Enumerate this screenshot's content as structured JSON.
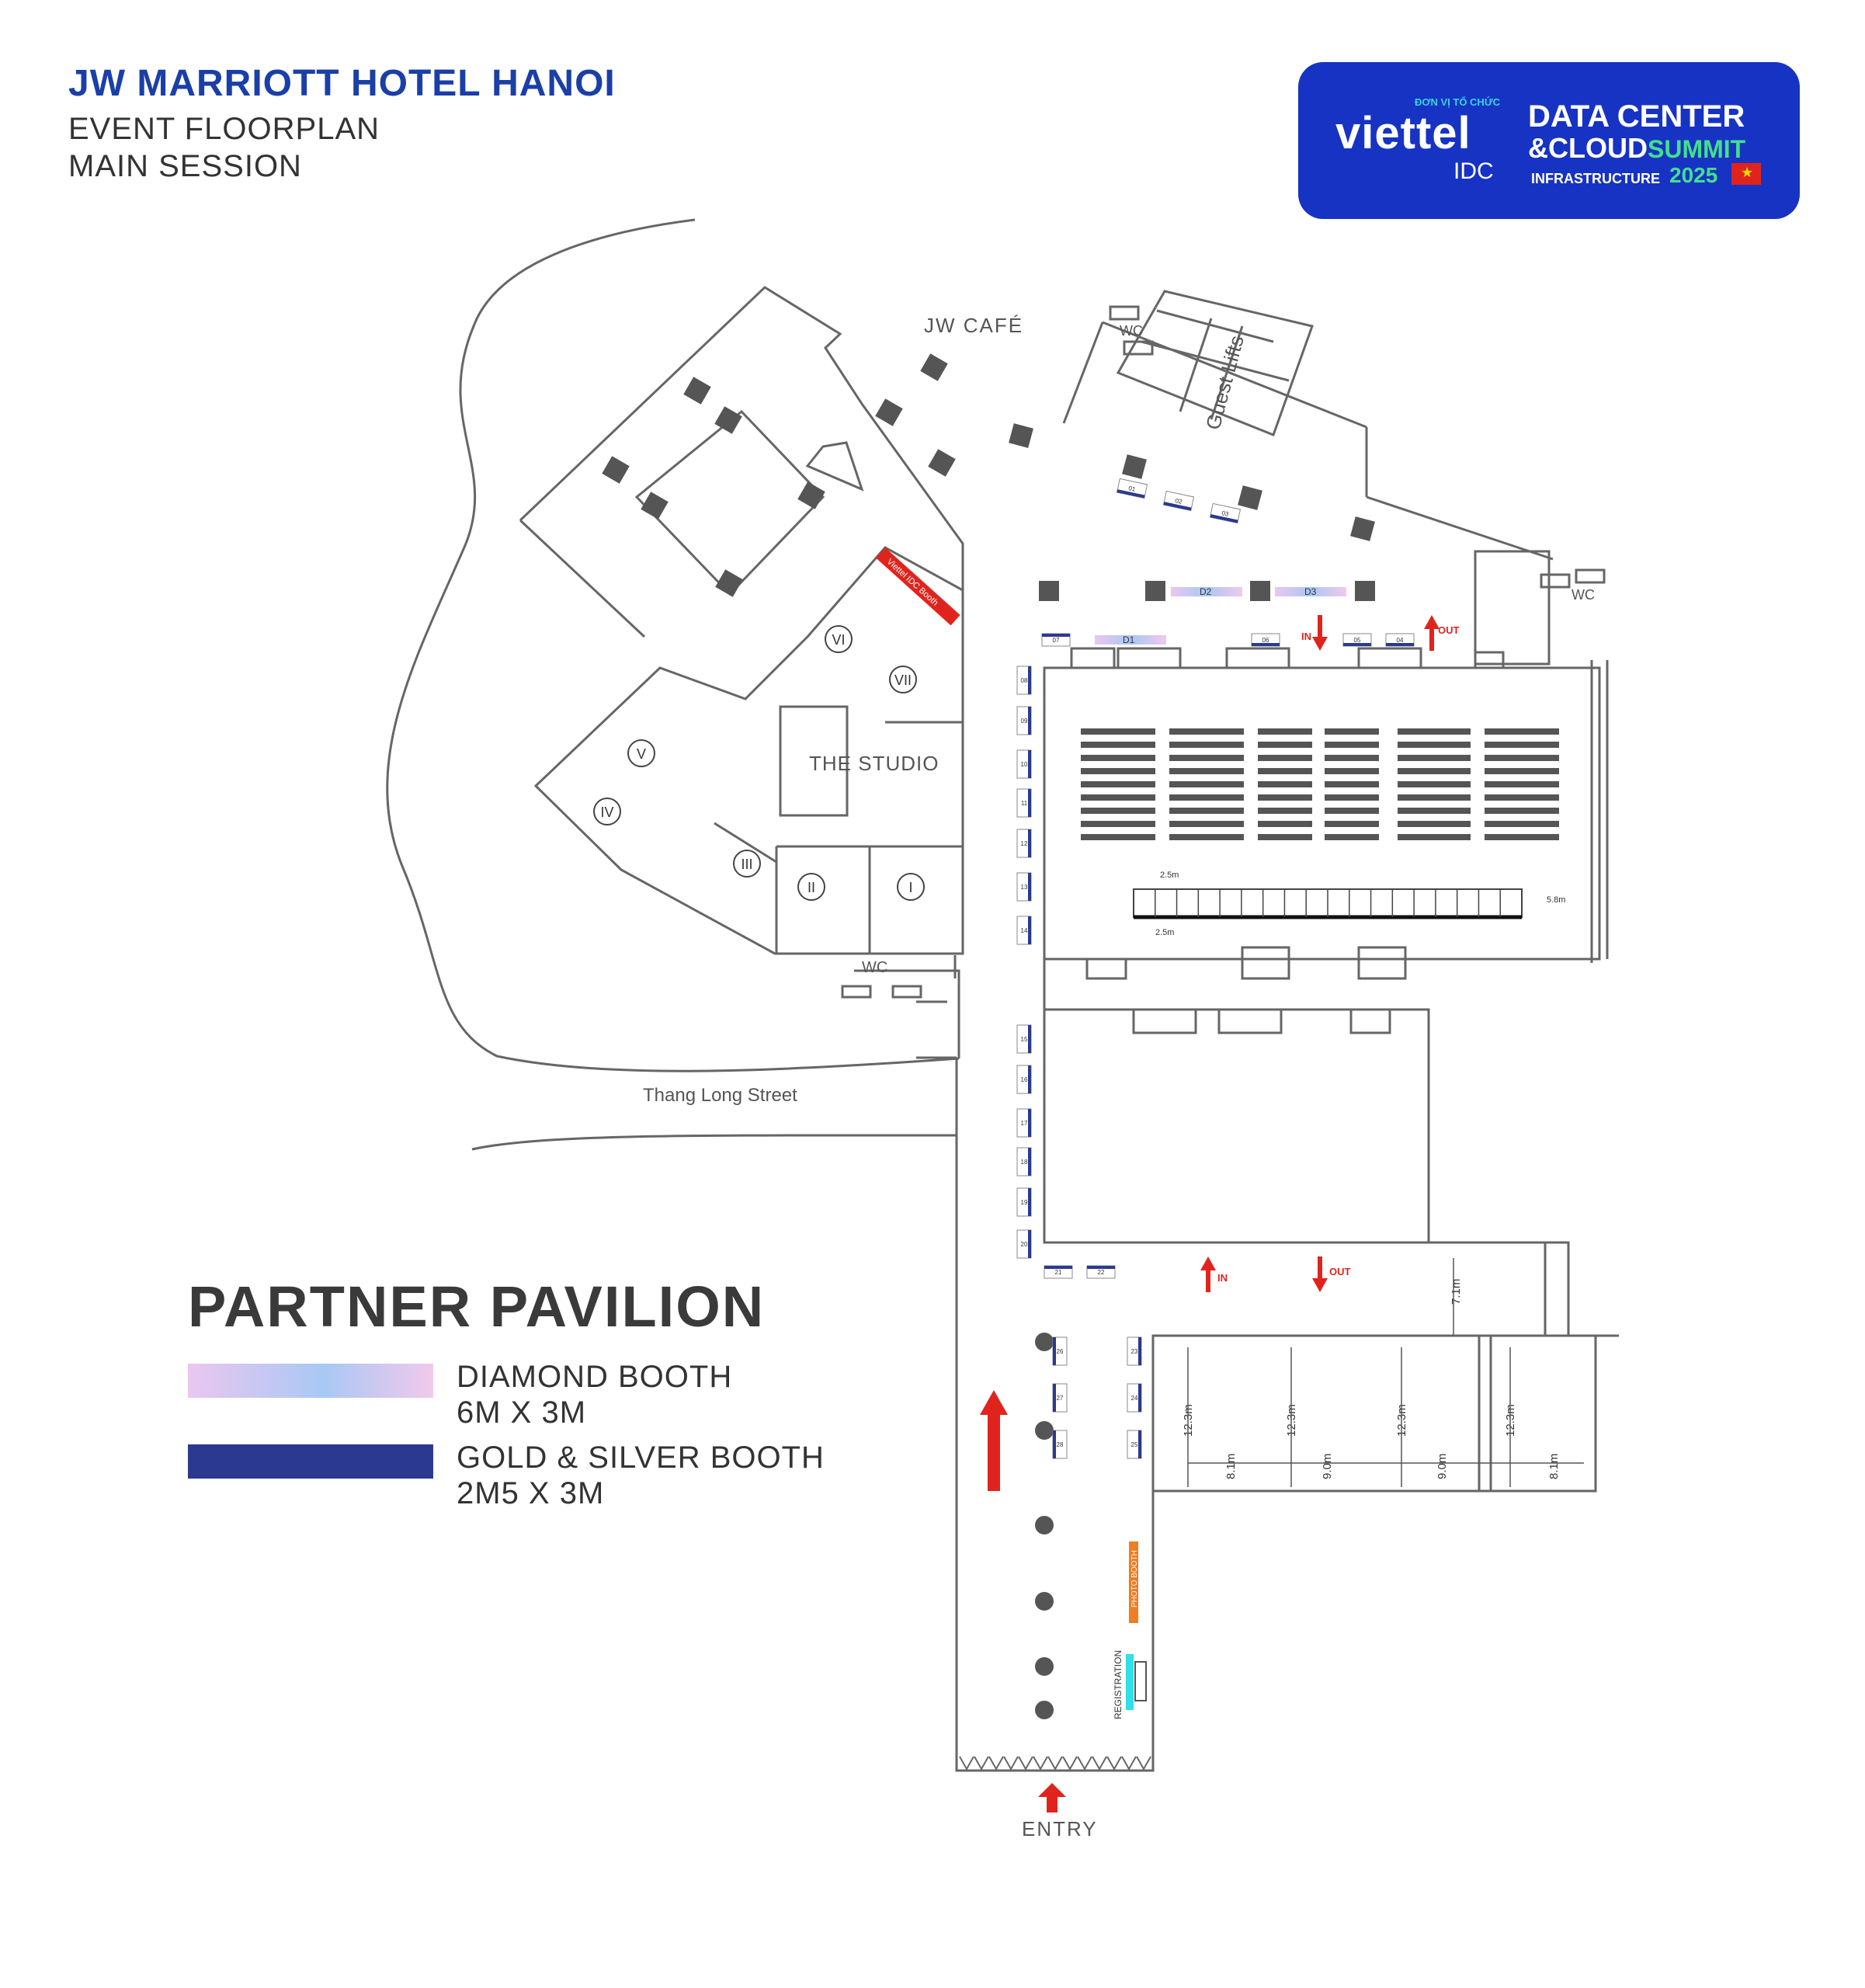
{
  "header": {
    "title": "JW MARRIOTT HOTEL HANOI",
    "line1": "EVENT FLOORPLAN",
    "line2": "MAIN SESSION"
  },
  "logo": {
    "organizer": "ĐƠN VỊ TỔ CHỨC",
    "brand": "viettel",
    "brand_sub": "IDC",
    "event_line1": "DATA CENTER",
    "event_line2_a": "&CLOUD",
    "event_line2_b": "SUMMIT",
    "event_line3": "INFRASTRUCTURE",
    "year": "2025",
    "bg_color": "#1733c4",
    "accent": "#43e08a"
  },
  "map": {
    "jw_cafe": "JW CAFÉ",
    "wc": "WC",
    "guest_lifts": "Guest Lifts",
    "the_studio": "THE STUDIO",
    "street": "Thang Long Street",
    "entry": "ENTRY",
    "in": "IN",
    "out": "OUT",
    "viettel_booth": "Viettel IDC Booth",
    "photo_booth": "PHOTO BOOTH",
    "registration": "REGISTRATION",
    "rooms": [
      "I",
      "II",
      "III",
      "IV",
      "V",
      "VI",
      "VII"
    ],
    "diamond_booths": [
      "D1",
      "D2",
      "D3"
    ],
    "top_booths": [
      "01",
      "02",
      "03",
      "04",
      "05",
      "06",
      "07"
    ],
    "left_booths": [
      "08",
      "09",
      "10",
      "11",
      "12",
      "13",
      "14",
      "15",
      "16",
      "17",
      "18",
      "19",
      "20"
    ],
    "bottom_booths": [
      "21",
      "22"
    ],
    "corridor_booths_right": [
      "23",
      "24",
      "25"
    ],
    "corridor_booths_left": [
      "26",
      "27",
      "28"
    ],
    "stage_dims": {
      "left": "2.5m",
      "bottom": "2.5m",
      "right": "5.8m"
    },
    "dims": {
      "d71": "7.1m",
      "d123": "12.3m",
      "d81": "8.1m",
      "d90": "9.0m"
    },
    "red_color": "#e0241d",
    "navy_color": "#2b3990"
  },
  "legend": {
    "title": "PARTNER PAVILION",
    "diamond_line1": "DIAMOND BOOTH",
    "diamond_line2": "6M X 3M",
    "gold_line1": "GOLD & SILVER BOOTH",
    "gold_line2": "2M5 X 3M"
  }
}
